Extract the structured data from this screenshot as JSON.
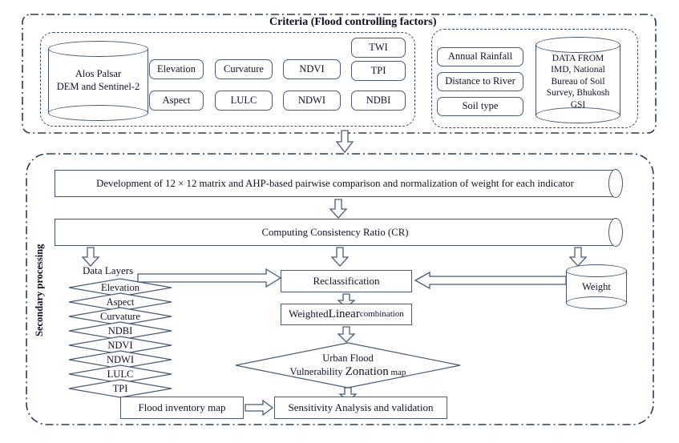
{
  "diagram": {
    "title": "Criteria (Flood controlling factors)",
    "secondary_label": "Secondary processing"
  },
  "top_section": {
    "group_left": {
      "database": {
        "line1": "Alos Palsar",
        "line2": "DEM and Sentinel-2"
      },
      "chips": [
        {
          "label": "Elevation"
        },
        {
          "label": "Curvature"
        },
        {
          "label": "NDVI"
        },
        {
          "label": "TWI"
        },
        {
          "label": "Aspect"
        },
        {
          "label": "LULC"
        },
        {
          "label": "NDWI"
        },
        {
          "label": "TPI"
        },
        {
          "label": "NDBI"
        }
      ]
    },
    "group_right": {
      "chips": [
        {
          "label": "Annual Rainfall"
        },
        {
          "label": "Distance to River"
        },
        {
          "label": "Soil type"
        }
      ],
      "database": {
        "line1": "DATA FROM",
        "line2": "IMD, National",
        "line3": "Bureau of Soil",
        "line4": "Survey, Bhukosh",
        "line5": "GSI"
      }
    }
  },
  "bottom_section": {
    "process_bar_1": "Development of 12 × 12 matrix and AHP-based pairwise comparison and normalization of weight for each indicator",
    "process_bar_2": "Computing Consistency Ratio (CR)",
    "data_layers_label": "Data Layers",
    "data_layers": [
      {
        "label": "Elevation"
      },
      {
        "label": "Aspect"
      },
      {
        "label": "Curvature"
      },
      {
        "label": "NDBI"
      },
      {
        "label": "NDVI"
      },
      {
        "label": "NDWI"
      },
      {
        "label": "LULC"
      },
      {
        "label": "TPI"
      }
    ],
    "reclassification": "Reclassification",
    "weighted_linear": {
      "part1": "Weighted ",
      "part2": "Linear",
      "part3": " combination"
    },
    "weight_db": "Weight",
    "zonation": {
      "line1": "Urban Flood",
      "line2a": "Vulnerability ",
      "line2b": "Zonation",
      "line2c": " map"
    },
    "flood_inventory": "Flood inventory map",
    "sensitivity": "Sensitivity Analysis and validation"
  },
  "colors": {
    "stroke": "#4a5a74",
    "dash": "#2b3a55",
    "text": "#111126",
    "background": "#ffffff"
  }
}
